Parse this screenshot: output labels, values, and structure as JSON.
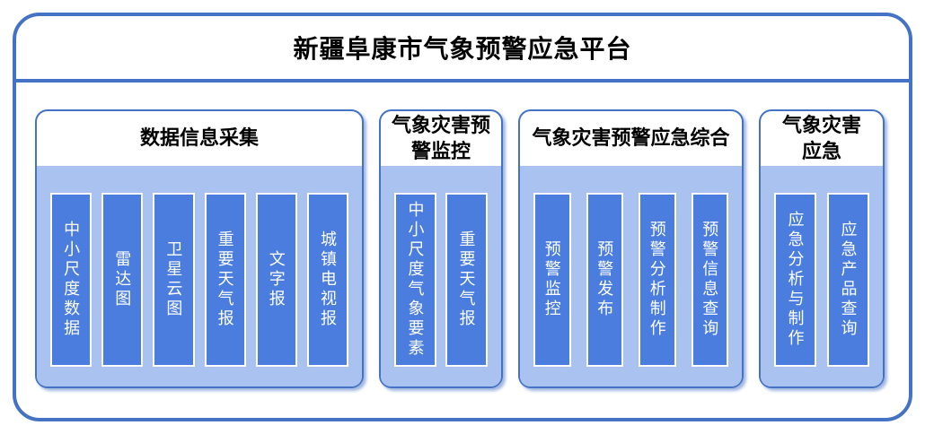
{
  "title": "新疆阜康市气象预警应急平台",
  "colors": {
    "page-bg": "#FFFFFF",
    "frame-border": "#4472C4",
    "panel-fill": "#A9C2EF",
    "bar-fill": "#4A7DDE",
    "bar-border": "#FFFFFF",
    "bar-text": "#FFFFFF",
    "title-text": "#000000"
  },
  "groups": [
    {
      "header": "数据信息采集",
      "items": [
        "中小尺度数据",
        "雷达图",
        "卫星云图",
        "重要天气报",
        "文字报",
        "城镇电视报"
      ]
    },
    {
      "header": "气象灾害预\n警监控",
      "items": [
        "中小尺度气象要素",
        "重要天气报"
      ]
    },
    {
      "header": "气象灾害预警应急综合",
      "items": [
        "预警监控",
        "预警发布",
        "预警分析制作",
        "预警信息查询"
      ]
    },
    {
      "header": "气象灾害\n应急",
      "items": [
        "应急分析与制作",
        "应急产品查询"
      ]
    }
  ]
}
